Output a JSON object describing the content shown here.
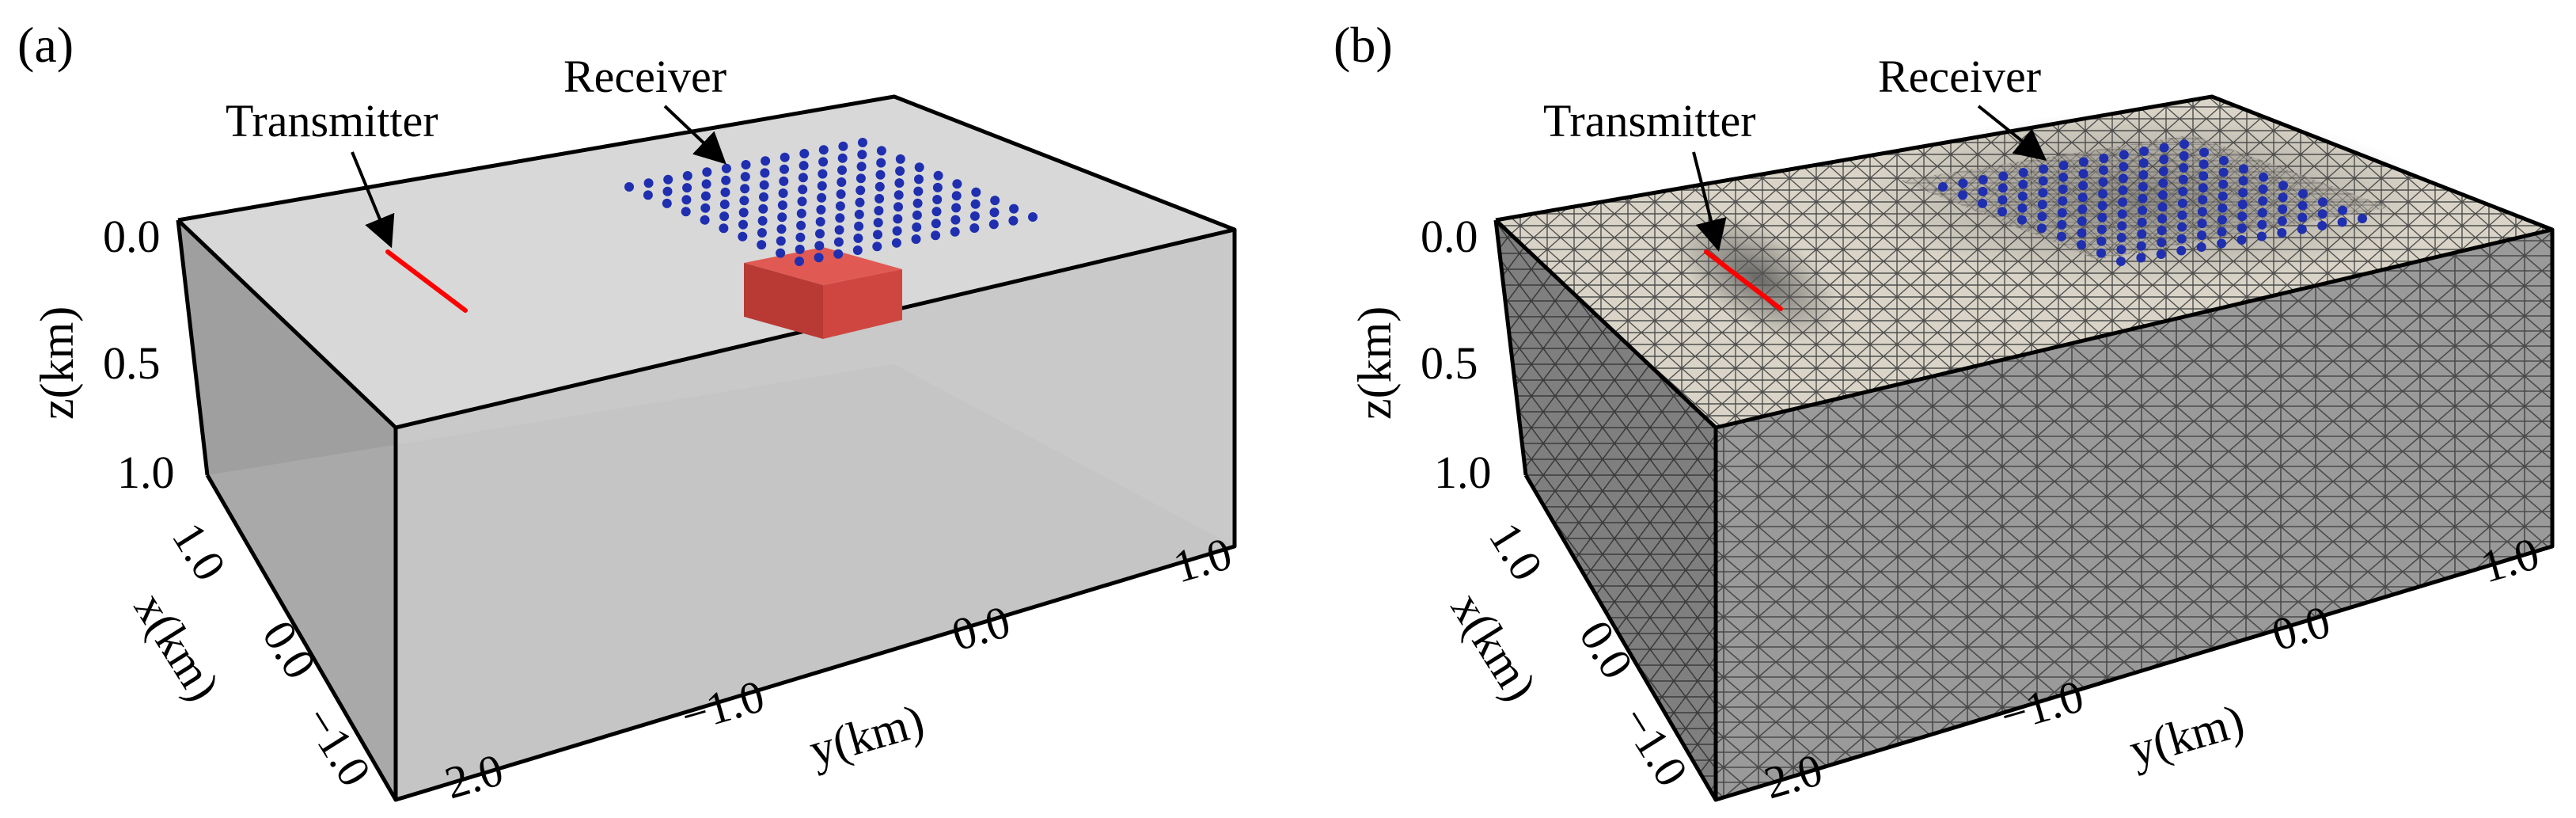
{
  "panels": [
    {
      "id": "a",
      "label": "(a)",
      "transmitter_label": "Transmitter",
      "receiver_label": "Receiver",
      "z_axis": {
        "title": "z(km)",
        "ticks": [
          "0.0",
          "0.5",
          "1.0"
        ]
      },
      "x_axis": {
        "title": "x(km)",
        "ticks": [
          "1.0",
          "0.0",
          "−1.0"
        ]
      },
      "y_axis": {
        "title": "y(km)",
        "ticks": [
          "−2.0",
          "−1.0",
          "0.0",
          "1.0"
        ]
      }
    },
    {
      "id": "b",
      "label": "(b)",
      "transmitter_label": "Transmitter",
      "receiver_label": "Receiver",
      "z_axis": {
        "title": "z(km)",
        "ticks": [
          "0.0",
          "0.5",
          "1.0"
        ]
      },
      "x_axis": {
        "title": "x(km)",
        "ticks": [
          "1.0",
          "0.0",
          "−1.0"
        ]
      },
      "y_axis": {
        "title": "y(km)",
        "ticks": [
          "−2.0",
          "−1.0",
          "0.0",
          "1.0"
        ]
      }
    }
  ],
  "colors": {
    "transmitter": "#ff0000",
    "receiver_dots": "#1f2fb0",
    "anomaly_block": "#d9403a",
    "box_outline": "#000000",
    "mesh_top": "#d8d3c6",
    "mesh_side": "#8f8f8f"
  }
}
